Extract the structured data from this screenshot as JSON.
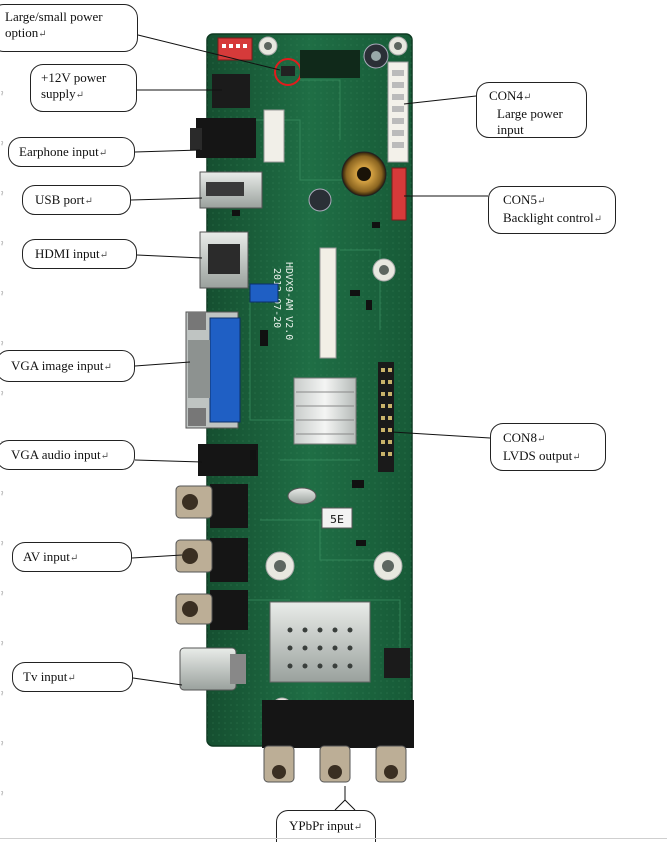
{
  "callouts": {
    "power_option": {
      "text": "Large/small power option",
      "mark": "↵"
    },
    "power_supply": {
      "text": "+12V  power supply",
      "mark": "↵"
    },
    "earphone": {
      "text": "Earphone input",
      "mark": "↵"
    },
    "usb": {
      "text": "USB port",
      "mark": "↵"
    },
    "hdmi": {
      "text": "HDMI input",
      "mark": "↵"
    },
    "vga_image": {
      "text": "VGA image input",
      "mark": "↵"
    },
    "vga_audio": {
      "text": "VGA audio input",
      "mark": "↵"
    },
    "av": {
      "text": "AV input",
      "mark": "↵"
    },
    "tv": {
      "text": "Tv input",
      "mark": "↵"
    },
    "con4_title": {
      "text": "CON4",
      "mark": "↵"
    },
    "con4_desc": {
      "text": "Large  power input",
      "mark": ""
    },
    "con5_title": {
      "text": "CON5",
      "mark": "↵"
    },
    "con5_desc": {
      "text": "Backlight control",
      "mark": "↵"
    },
    "con8_title": {
      "text": "CON8",
      "mark": "↵"
    },
    "con8_desc": {
      "text": "LVDS  output",
      "mark": "↵"
    },
    "ypbpr": {
      "text": "YPbPr input",
      "mark": "↵"
    }
  },
  "board": {
    "silkscreen_model": "HDVX9-AM V2.0",
    "silkscreen_date": "2012-07-20",
    "chip_label": "5E"
  },
  "colors": {
    "pcb_green": "#1f6e45",
    "pcb_dark": "#154f30",
    "connector_red": "#d63a3a",
    "connector_blue": "#1f5fc4",
    "callout_border": "#222222"
  }
}
